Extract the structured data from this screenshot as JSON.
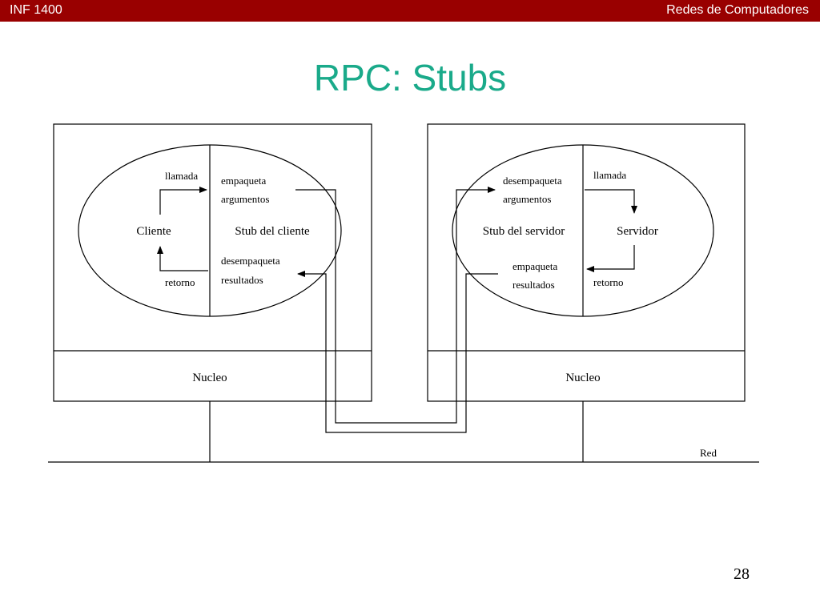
{
  "header": {
    "left": "INF 1400",
    "right": "Redes de Computadores"
  },
  "title": "RPC: Stubs",
  "page_number": "28",
  "colors": {
    "header_bar": "#990000",
    "title": "#1aaa8a"
  },
  "diagram": {
    "client": {
      "process_label": "Cliente",
      "stub_label": "Stub del cliente",
      "call_label": "llamada",
      "return_label": "retorno",
      "pack_line1": "empaqueta",
      "pack_line2": "argumentos",
      "unpack_line1": "desempaqueta",
      "unpack_line2": "resultados",
      "kernel_label": "Nucleo"
    },
    "server": {
      "process_label": "Servidor",
      "stub_label": "Stub del servidor",
      "call_label": "llamada",
      "return_label": "retorno",
      "unpack_line1": "desempaqueta",
      "unpack_line2": "argumentos",
      "pack_line1": "empaqueta",
      "pack_line2": "resultados",
      "kernel_label": "Nucleo"
    },
    "network_label": "Red"
  }
}
